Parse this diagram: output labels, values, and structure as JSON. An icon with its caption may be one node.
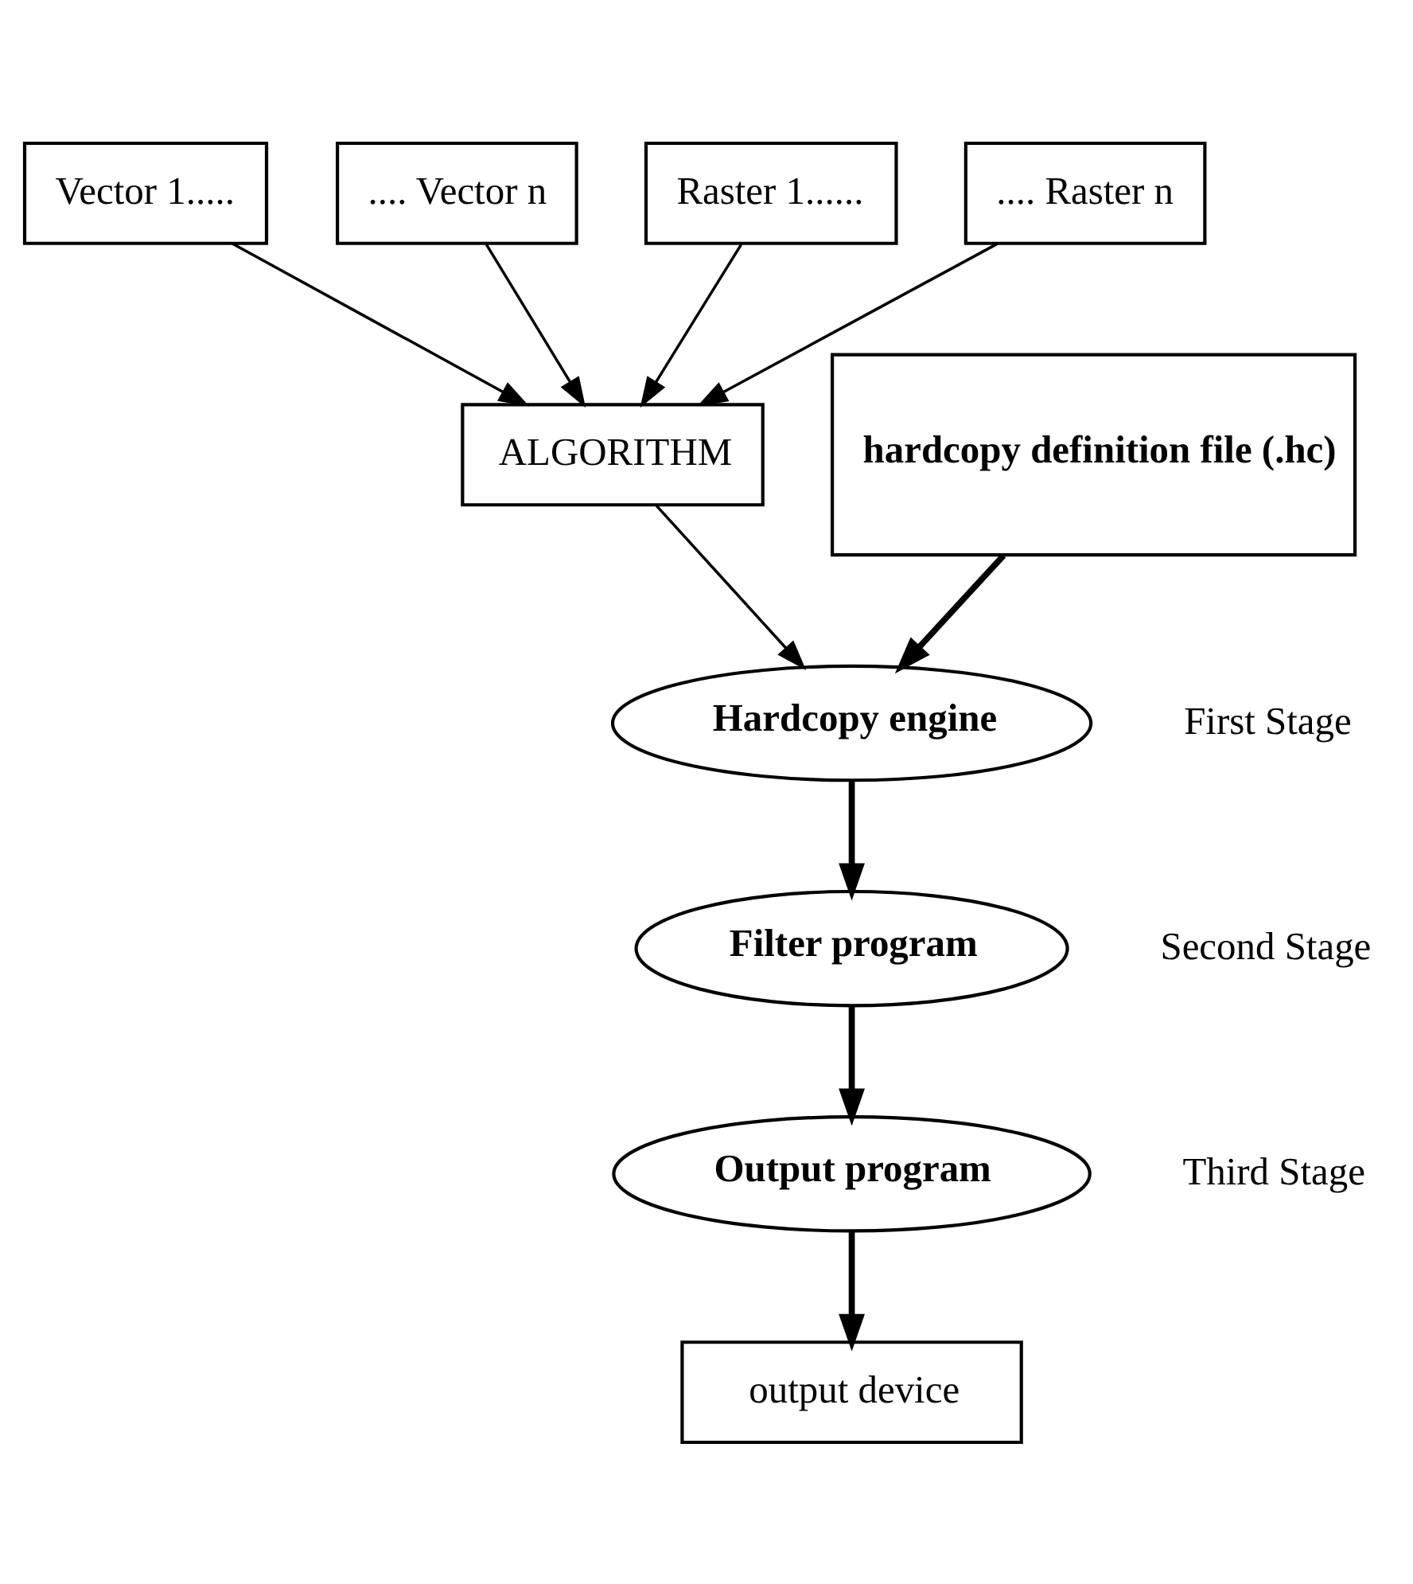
{
  "diagram": {
    "nodes": [
      {
        "text": [
          "Vector 1....."
        ]
      },
      {
        "text": [
          ".... Vector n"
        ]
      },
      {
        "text": [
          "Raster 1......"
        ]
      },
      {
        "text": [
          ".... Raster n"
        ]
      },
      {
        "text": [
          "ALGORITHM"
        ]
      },
      {
        "text": [
          "hardcopy definition file (.hc)"
        ]
      },
      {
        "text": [
          "Hardcopy engine"
        ]
      },
      {
        "text": [
          "Filter program"
        ]
      },
      {
        "text": [
          "Output program"
        ]
      },
      {
        "text": [
          "output device"
        ]
      }
    ],
    "edges": [
      {
        "from": 0,
        "to": 4,
        "arrow": "to"
      },
      {
        "from": 1,
        "to": 4,
        "arrow": "to"
      },
      {
        "from": 2,
        "to": 4,
        "arrow": "to"
      },
      {
        "from": 3,
        "to": 4,
        "arrow": "to"
      },
      {
        "from": 4,
        "to": 6,
        "arrow": "to"
      },
      {
        "from": 5,
        "to": 6,
        "arrow": "to",
        "style": "thick"
      },
      {
        "from": 6,
        "to": 7,
        "arrow": "to",
        "style": "thick"
      },
      {
        "from": 7,
        "to": 8,
        "arrow": "to",
        "style": "thick"
      },
      {
        "from": 8,
        "to": 9,
        "arrow": "to",
        "style": "thick"
      }
    ],
    "labels": [
      "First Stage",
      "Second Stage",
      "Third Stage"
    ]
  }
}
